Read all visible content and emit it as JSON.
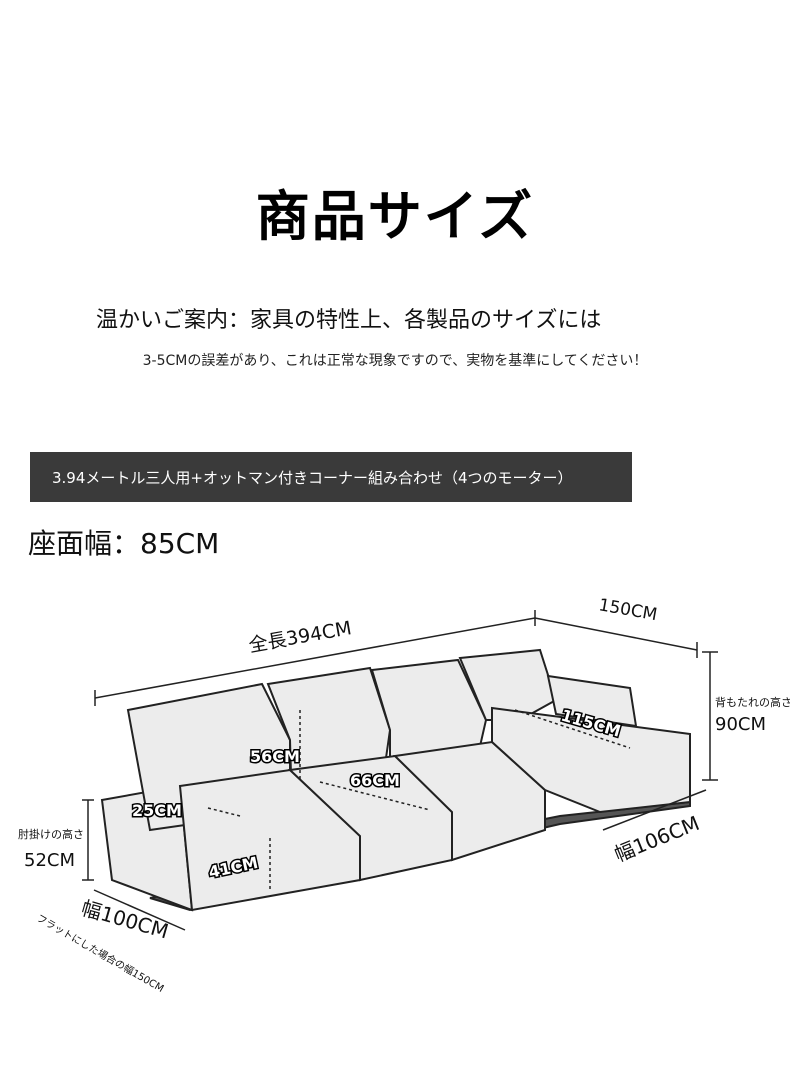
{
  "title": "商品サイズ",
  "notice": {
    "line1": "温かいご案内：家具の特性上、各製品のサイズには",
    "line2": "3-5CMの誤差があり、これは正常な現象ですので、実物を基準にしてください！"
  },
  "banner": {
    "text": "3.94メートル三人用+オットマン付きコーナー組み合わせ（4つのモーター）"
  },
  "seat_width": "座面幅：85CM",
  "dimensions": {
    "total_length": "全長394CM",
    "chaise_length": "150CM",
    "back_height_label": "背もたれの高さ",
    "back_height_value": "90CM",
    "chaise_seat_depth": "115CM",
    "seat_depth": "66CM",
    "back_cushion_height": "56CM",
    "armrest_width": "25CM",
    "seat_height": "41CM",
    "armrest_height_label": "肘掛けの高さ",
    "armrest_height_value": "52CM",
    "depth": "幅100CM",
    "flat_note": "フラットにした場合の幅150CM",
    "chaise_width": "幅106CM"
  }
}
